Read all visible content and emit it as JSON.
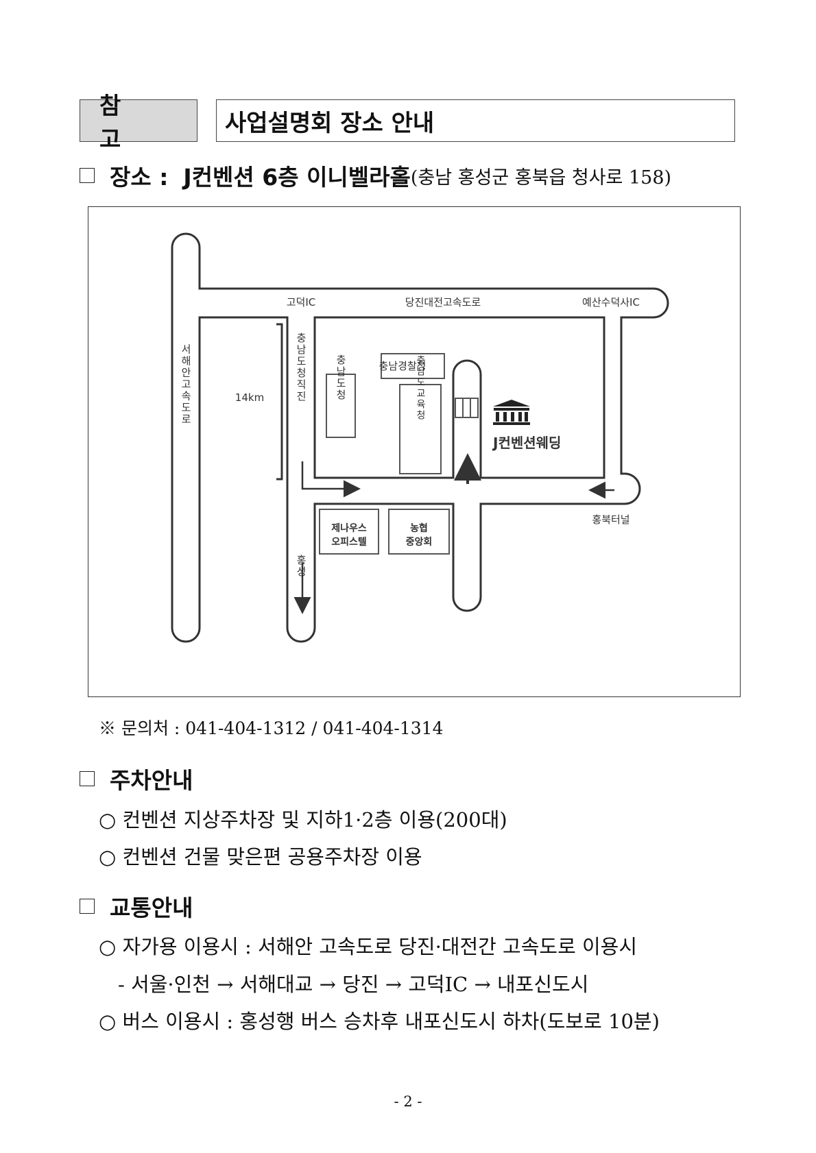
{
  "header": {
    "tag": "참 고",
    "title": "사업설명회 장소 안내"
  },
  "location": {
    "label": "장소 :",
    "venue": "J컨벤션 6층 이니벨라홀",
    "address": "(충남 홍성군 홍북읍 청사로 158)"
  },
  "map": {
    "labels": {
      "godeok_ic": "고덕IC",
      "expressway": "당진대전고속도로",
      "yesan_ic": "예산수덕사IC",
      "west_coast": "서해안고속도로",
      "distance": "14km",
      "direct_road": "충남도청직진",
      "police": "충남경찰청",
      "provincial_office": "충남도청",
      "education_office": "충남도교육청",
      "venue": "J컨벤션웨딩",
      "hongbuk_tunnel": "홍북터널",
      "office_1": "제나우스",
      "office_2": "오피스텔",
      "nh_1": "농협",
      "nh_2": "중앙회",
      "hongseong": "홍성"
    }
  },
  "contact": "※ 문의처 : 041-404-1312 / 041-404-1314",
  "parking": {
    "heading": "주차안내",
    "items": [
      "○ 컨벤션 지상주차장 및 지하1·2층 이용(200대)",
      "○ 컨벤션 건물 맞은편 공용주차장 이용"
    ]
  },
  "transport": {
    "heading": "교통안내",
    "items": [
      "○ 자가용 이용시 : 서해안 고속도로 당진·대전간 고속도로 이용시",
      "- 서울·인천 → 서해대교 → 당진 → 고덕IC → 내포신도시",
      "○ 버스 이용시 : 홍성행 버스 승차후 내포신도시 하차(도보로 10분)"
    ]
  },
  "page_number": "- 2 -"
}
